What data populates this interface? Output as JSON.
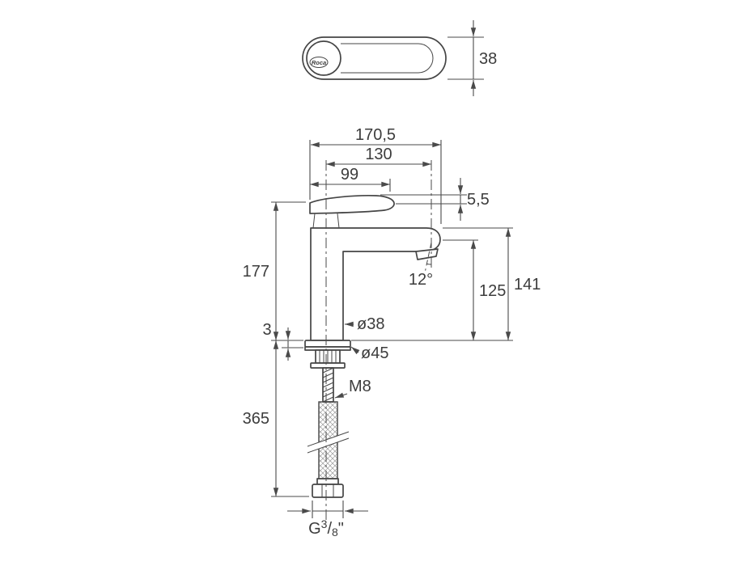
{
  "canvas": {
    "bg": "#ffffff",
    "ink": "#454545",
    "text_color": "#3c3c3c"
  },
  "logo": {
    "brand": "Roca"
  },
  "top_view": {
    "handle_width": "38"
  },
  "dims": {
    "overall_reach": "170,5",
    "outlet_reach": "130",
    "handle_reach": "99",
    "lever_thickness": "5,5",
    "height_to_lever": "177",
    "spray_angle": "12°",
    "height_to_outlet": "125",
    "height_to_spout_top": "141",
    "base_plate_thickness": "3",
    "body_diameter": "ø38",
    "base_diameter": "ø45",
    "stud_thread": "M8",
    "hose_drop": "365",
    "inlet_thread": {
      "prefix": "G",
      "num": "3",
      "slash": "/",
      "den": "8",
      "quote": "\""
    }
  }
}
